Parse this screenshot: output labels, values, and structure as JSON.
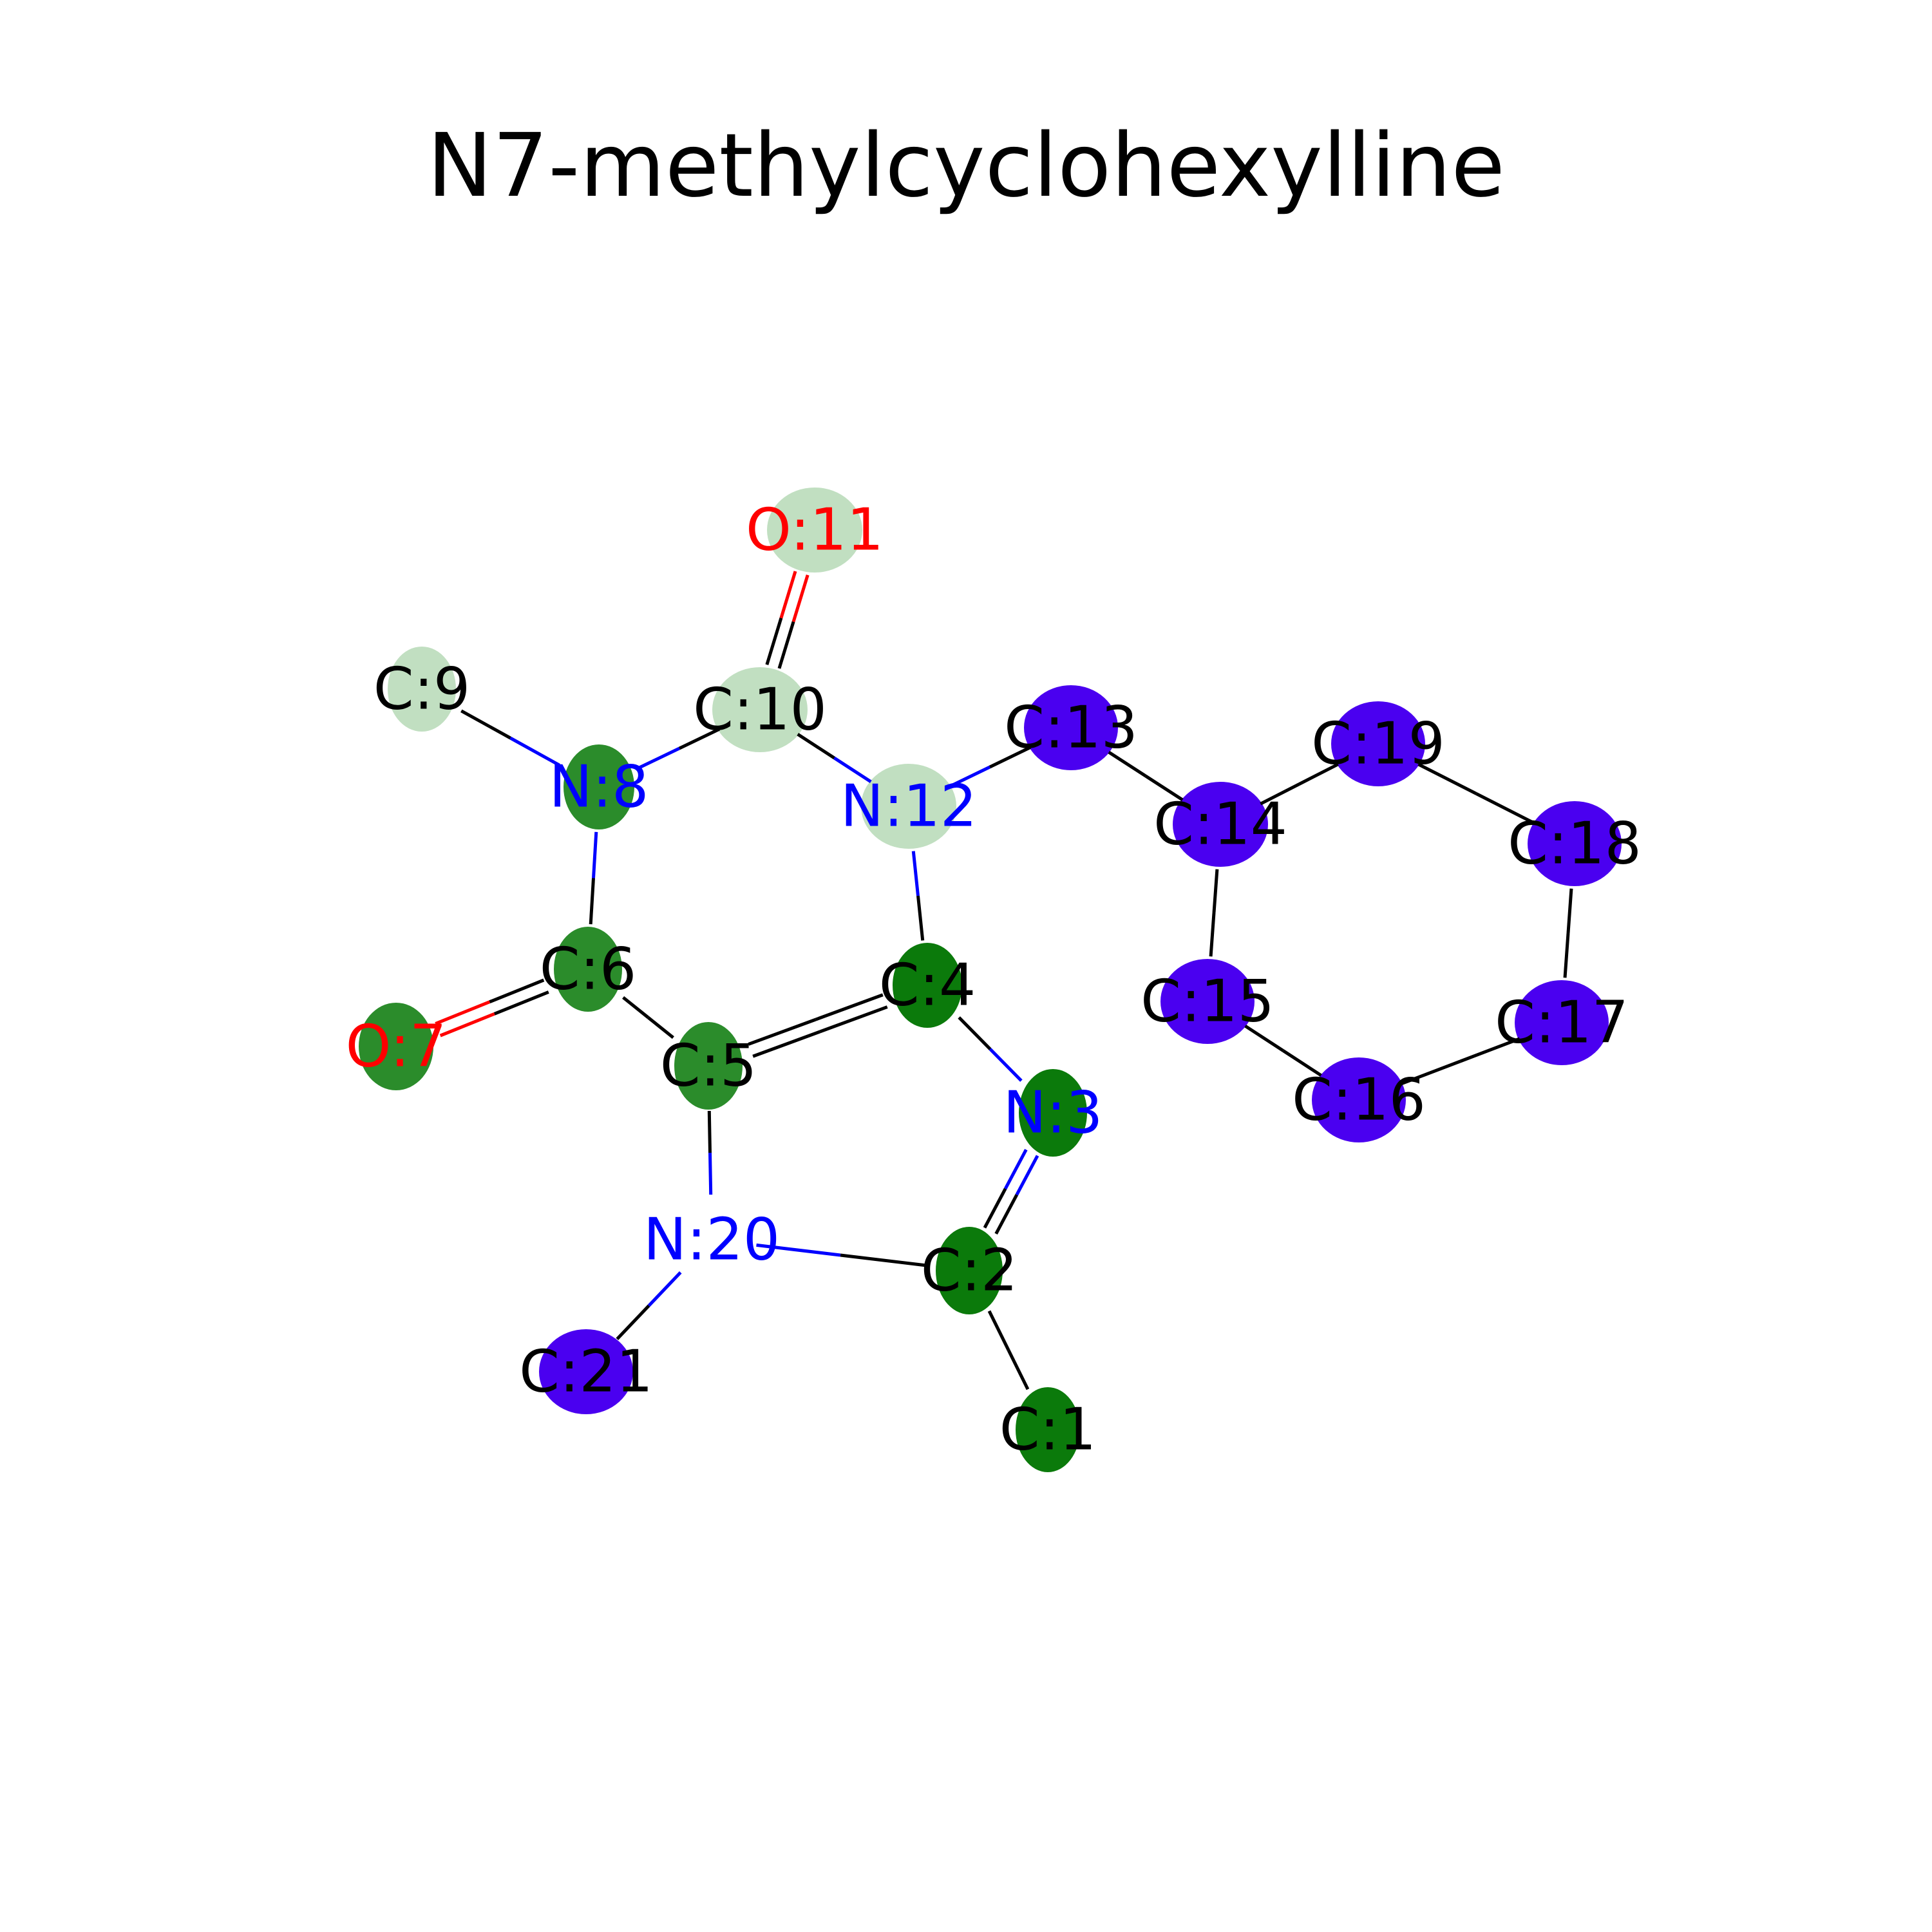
{
  "title": "N7-methylcyclohexylline",
  "colors": {
    "carbon_text": "#000000",
    "nitrogen_text": "#0000ff",
    "oxygen_text": "#ff0000",
    "bond_default": "#000000",
    "highlight_pale_green": "#c1dfc1",
    "highlight_forest_green": "#2b8c2b",
    "highlight_green": "#0b7a0b",
    "highlight_violet": "#4a00f0"
  },
  "atoms": [
    {
      "id": 1,
      "element": "C",
      "label": "C:1",
      "highlight": "highlight_green"
    },
    {
      "id": 2,
      "element": "C",
      "label": "C:2",
      "highlight": "highlight_green"
    },
    {
      "id": 3,
      "element": "N",
      "label": "N:3",
      "highlight": "highlight_green"
    },
    {
      "id": 4,
      "element": "C",
      "label": "C:4",
      "highlight": "highlight_green"
    },
    {
      "id": 5,
      "element": "C",
      "label": "C:5",
      "highlight": "highlight_forest_green"
    },
    {
      "id": 6,
      "element": "C",
      "label": "C:6",
      "highlight": "highlight_forest_green"
    },
    {
      "id": 7,
      "element": "O",
      "label": "O:7",
      "highlight": "highlight_forest_green"
    },
    {
      "id": 8,
      "element": "N",
      "label": "N:8",
      "highlight": "highlight_forest_green"
    },
    {
      "id": 9,
      "element": "C",
      "label": "C:9",
      "highlight": "highlight_pale_green"
    },
    {
      "id": 10,
      "element": "C",
      "label": "C:10",
      "highlight": "highlight_pale_green"
    },
    {
      "id": 11,
      "element": "O",
      "label": "O:11",
      "highlight": "highlight_pale_green"
    },
    {
      "id": 12,
      "element": "N",
      "label": "N:12",
      "highlight": "highlight_pale_green"
    },
    {
      "id": 13,
      "element": "C",
      "label": "C:13",
      "highlight": "highlight_violet"
    },
    {
      "id": 14,
      "element": "C",
      "label": "C:14",
      "highlight": "highlight_violet"
    },
    {
      "id": 15,
      "element": "C",
      "label": "C:15",
      "highlight": "highlight_violet"
    },
    {
      "id": 16,
      "element": "C",
      "label": "C:16",
      "highlight": "highlight_violet"
    },
    {
      "id": 17,
      "element": "C",
      "label": "C:17",
      "highlight": "highlight_violet"
    },
    {
      "id": 18,
      "element": "C",
      "label": "C:18",
      "highlight": "highlight_violet"
    },
    {
      "id": 19,
      "element": "C",
      "label": "C:19",
      "highlight": "highlight_violet"
    },
    {
      "id": 20,
      "element": "N",
      "label": "N:20",
      "highlight": null
    },
    {
      "id": 21,
      "element": "C",
      "label": "C:21",
      "highlight": "highlight_violet"
    }
  ],
  "bonds": [
    {
      "from": 1,
      "to": 2,
      "order": 1
    },
    {
      "from": 2,
      "to": 3,
      "order": 2
    },
    {
      "from": 3,
      "to": 4,
      "order": 1
    },
    {
      "from": 4,
      "to": 5,
      "order": 2
    },
    {
      "from": 5,
      "to": 6,
      "order": 1
    },
    {
      "from": 6,
      "to": 7,
      "order": 2
    },
    {
      "from": 6,
      "to": 8,
      "order": 1
    },
    {
      "from": 8,
      "to": 9,
      "order": 1
    },
    {
      "from": 8,
      "to": 10,
      "order": 1
    },
    {
      "from": 10,
      "to": 11,
      "order": 2
    },
    {
      "from": 10,
      "to": 12,
      "order": 1
    },
    {
      "from": 12,
      "to": 4,
      "order": 1
    },
    {
      "from": 12,
      "to": 13,
      "order": 1
    },
    {
      "from": 13,
      "to": 14,
      "order": 1
    },
    {
      "from": 14,
      "to": 15,
      "order": 1
    },
    {
      "from": 15,
      "to": 16,
      "order": 1
    },
    {
      "from": 16,
      "to": 17,
      "order": 1
    },
    {
      "from": 17,
      "to": 18,
      "order": 1
    },
    {
      "from": 18,
      "to": 19,
      "order": 1
    },
    {
      "from": 19,
      "to": 14,
      "order": 1
    },
    {
      "from": 5,
      "to": 20,
      "order": 1
    },
    {
      "from": 20,
      "to": 2,
      "order": 1
    },
    {
      "from": 20,
      "to": 21,
      "order": 1
    }
  ]
}
